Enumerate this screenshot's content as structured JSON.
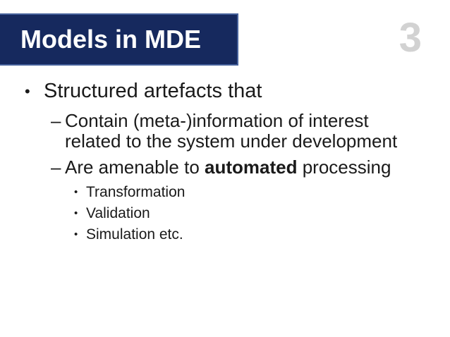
{
  "slide": {
    "title": "Models in MDE",
    "page_number": "3",
    "colors": {
      "title_box_background": "#16295e",
      "title_box_border": "#46619b",
      "title_text": "#ffffff",
      "body_text": "#1a1a1a",
      "page_number": "#d2d2d2",
      "slide_background": "#ffffff"
    },
    "bullets": {
      "level1": {
        "marker": "•",
        "text": "Structured artefacts that"
      },
      "level2": [
        {
          "marker": "–",
          "lines": [
            "Contain (meta-)information of interest",
            "related to the system under development"
          ]
        },
        {
          "marker": "–",
          "text_before": "Are amenable to ",
          "text_bold": "automated",
          "text_after": " processing"
        }
      ],
      "level3": {
        "marker": "•",
        "items": [
          "Transformation",
          "Validation",
          "Simulation etc."
        ]
      }
    }
  }
}
